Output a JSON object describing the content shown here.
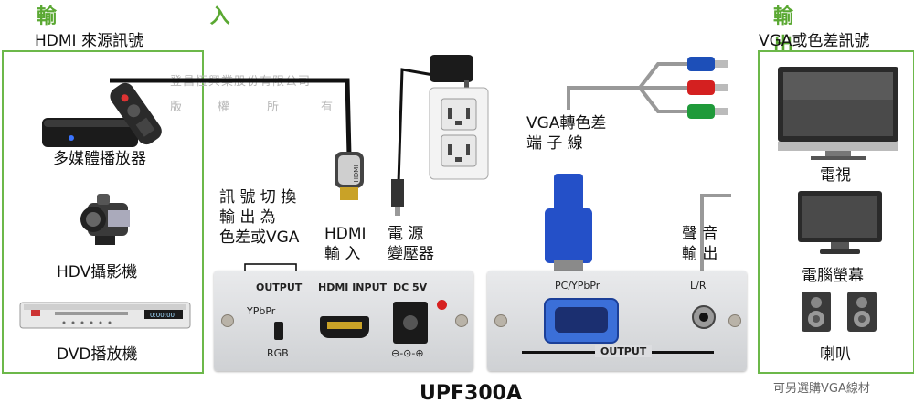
{
  "input_header": {
    "title": "輸 入",
    "subtitle": "HDMI 來源訊號"
  },
  "output_header": {
    "title": "輸 出",
    "subtitle": "VGA或色差訊號"
  },
  "input_devices": [
    "多媒體播放器",
    "HDV攝影機",
    "DVD播放機"
  ],
  "output_devices": [
    "電視",
    "電腦螢幕",
    "喇叭"
  ],
  "dvd_display": "0:00:00",
  "watermark": {
    "line1": "登昌恆興業股份有限公司",
    "line2": [
      "版",
      "權",
      "所",
      "有"
    ]
  },
  "callouts": {
    "switch": [
      "訊 號 切 換",
      "輸 出 為",
      "色差或VGA"
    ],
    "hdmi": [
      "HDMI",
      "輸 入"
    ],
    "power": [
      "電 源",
      "變壓器"
    ],
    "vga_cable": [
      "VGA轉色差",
      "端 子 線"
    ],
    "audio": [
      "聲 音",
      "輸 出"
    ]
  },
  "plug_label": "HDMI",
  "panel_left": {
    "output": "OUTPUT",
    "hdmi_input": "HDMI INPUT",
    "dc": "DC 5V",
    "ypbpr": "YPbPr",
    "rgb": "RGB",
    "polarity": "⊖-⊙-⊕"
  },
  "panel_right": {
    "pc_ypbpr": "PC/YPbPr",
    "lr": "L/R",
    "output": "OUTPUT"
  },
  "model": "UPF300A",
  "vga_note": "可另選購VGA線材",
  "colors": {
    "frame_green": "#6cb84a",
    "header_green": "#5aa832",
    "rca_blue": "#1d4fb8",
    "rca_red": "#d42020",
    "rca_green": "#1f9a3a",
    "vga_blue": "#2450c8"
  }
}
